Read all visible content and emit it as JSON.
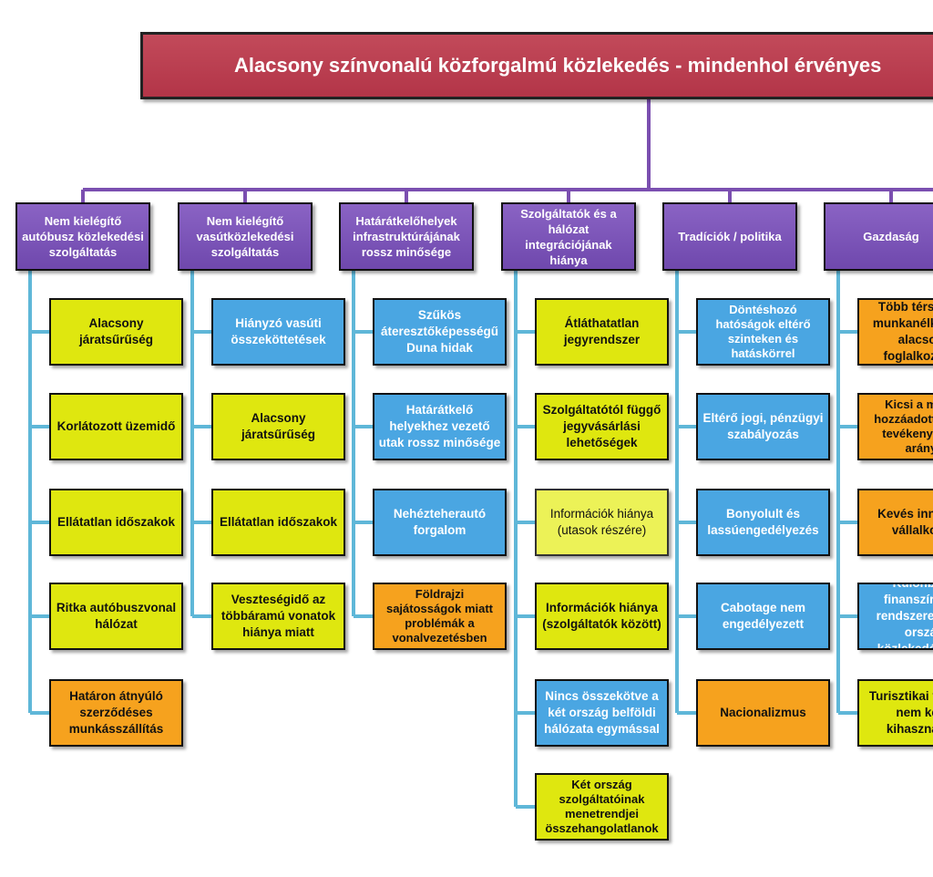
{
  "title": "Alacsony színvonalú közforgalmú közlekedés - mindenhol érvényes",
  "colors": {
    "root": "#b33548",
    "category": "#7650b4",
    "connector_top": "#7b4fb0",
    "connector_branch": "#5fb7d8",
    "yellow": "#dfe70f",
    "blue": "#4aa6e2",
    "orange": "#f6a21e",
    "pale_yellow": "#ecf257"
  },
  "categories": [
    {
      "label": "Nem kielégítő\nautóbusz közlekedési\nszolgáltatás",
      "items": [
        {
          "label": "Alacsony\njáratsűrűség",
          "color": "yellow"
        },
        {
          "label": "Korlátozott üzemidő",
          "color": "yellow"
        },
        {
          "label": "Ellátatlan időszakok",
          "color": "yellow"
        },
        {
          "label": "Ritka autóbuszvonal\nhálózat",
          "color": "yellow"
        },
        {
          "label": "Határon átnyúló\nszerződéses\nmunkásszállítás",
          "color": "orange"
        }
      ]
    },
    {
      "label": "Nem kielégítő\nvasútközlekedési\nszolgáltatás",
      "items": [
        {
          "label": "Hiányzó vasúti\nösszeköttetések",
          "color": "blue"
        },
        {
          "label": "Alacsony\njáratsűrűség",
          "color": "yellow"
        },
        {
          "label": "Ellátatlan időszakok",
          "color": "yellow"
        },
        {
          "label": "Veszteségidő az\ntöbbáramú vonatok\nhiánya miatt",
          "color": "yellow"
        }
      ]
    },
    {
      "label": "Határátkelőhelyek\ninfrastruktúrájának\nrossz minősége",
      "items": [
        {
          "label": "Szűkös\náteresztőképességű\nDuna hidak",
          "color": "blue"
        },
        {
          "label": "Határátkelő\nhelyekhez vezető\nutak rossz minősége",
          "color": "blue"
        },
        {
          "label": "Nehézteherautó\nforgalom",
          "color": "blue"
        },
        {
          "label": "Földrajzi\nsajátosságok miatt\nproblémák a\nvonalvezetésben",
          "color": "orange"
        }
      ]
    },
    {
      "label": "Szolgáltatók és a\nhálózat\nintegrációjának\nhiánya",
      "items": [
        {
          "label": "Átláthatatlan\njegyrendszer",
          "color": "yellow"
        },
        {
          "label": "Szolgáltatótól függő\njegyvásárlási\nlehetőségek",
          "color": "yellow"
        },
        {
          "label": "Információk hiánya\n(utasok részére)",
          "color": "pale"
        },
        {
          "label": "Információk hiánya\n(szolgáltatók között)",
          "color": "yellow"
        },
        {
          "label": "Nincs összekötve a\nkét ország belföldi\nhálózata egymással",
          "color": "blue"
        },
        {
          "label": "Két ország\nszolgáltatóinak\nmenetrendjei\nösszehangolatlanok",
          "color": "yellow"
        }
      ]
    },
    {
      "label": "Tradíciók / politika",
      "items": [
        {
          "label": "Döntéshozó\nhatóságok eltérő\nszinteken és\nhatáskörrel",
          "color": "blue"
        },
        {
          "label": "Eltérő jogi, pénzügyi\nszabályozás",
          "color": "blue"
        },
        {
          "label": "Bonyolult és\nlassúengedélyezés",
          "color": "blue"
        },
        {
          "label": "Cabotage nem\nengedélyezett",
          "color": "blue"
        },
        {
          "label": "Nacionalizmus",
          "color": "orange"
        }
      ]
    },
    {
      "label": "Gazdaság",
      "items": [
        {
          "label": "Több térségben\nmunkanélküliség,\nalacsony foglalkoztatás",
          "color": "orange"
        },
        {
          "label": "Kicsi a magas\nhozzáadott értékű\ntevékenységek\naránya",
          "color": "orange"
        },
        {
          "label": "Kevés innovatív\nvállalkozás",
          "color": "orange"
        },
        {
          "label": "Különböző finanszírozási\nrendszerek a két ország\nközlekedésében",
          "color": "blue"
        },
        {
          "label": "Turisztikai vonzerő\nnem kellő kihasználása",
          "color": "yellow"
        }
      ]
    }
  ]
}
